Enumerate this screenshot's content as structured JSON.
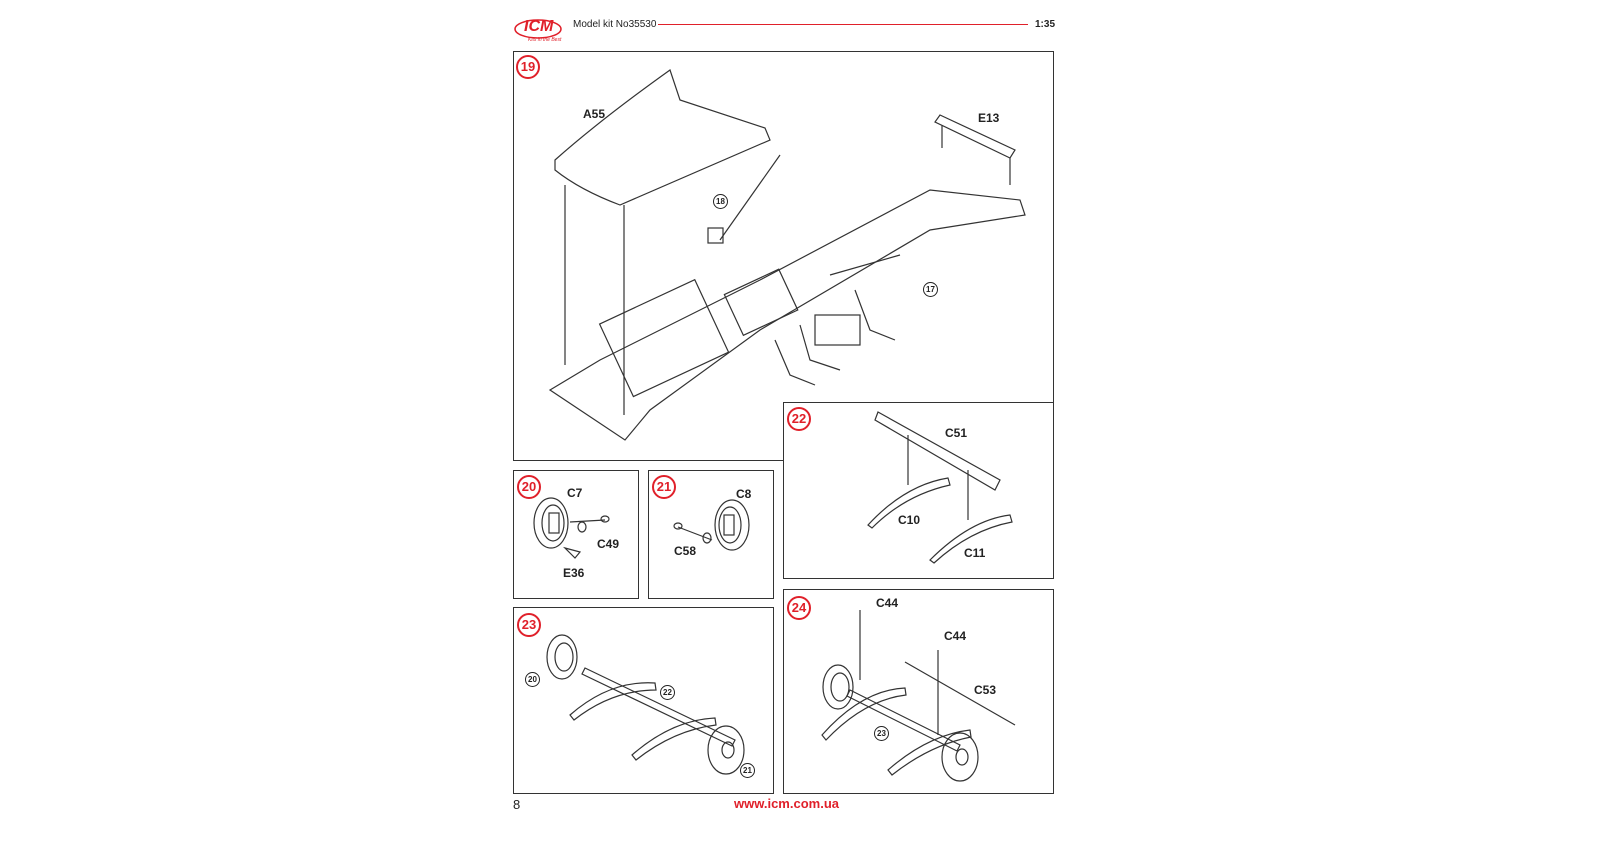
{
  "header": {
    "logo_text": "ICM",
    "logo_tagline": "Kits in the Best",
    "kit_title": "Model kit No35530",
    "scale": "1:35",
    "accent_color": "#e0202a"
  },
  "steps": [
    {
      "number": "19",
      "labels": [
        "A55",
        "E13"
      ],
      "refs": [
        "18",
        "17"
      ]
    },
    {
      "number": "20",
      "labels": [
        "C7",
        "C49",
        "E36"
      ]
    },
    {
      "number": "21",
      "labels": [
        "C8",
        "C58"
      ]
    },
    {
      "number": "22",
      "labels": [
        "C51",
        "C10",
        "C11"
      ]
    },
    {
      "number": "23",
      "refs": [
        "20",
        "22",
        "21"
      ]
    },
    {
      "number": "24",
      "labels": [
        "C44",
        "C44",
        "C53"
      ],
      "refs": [
        "23"
      ]
    }
  ],
  "footer": {
    "page_number": "8",
    "website": "www.icm.com.ua"
  }
}
